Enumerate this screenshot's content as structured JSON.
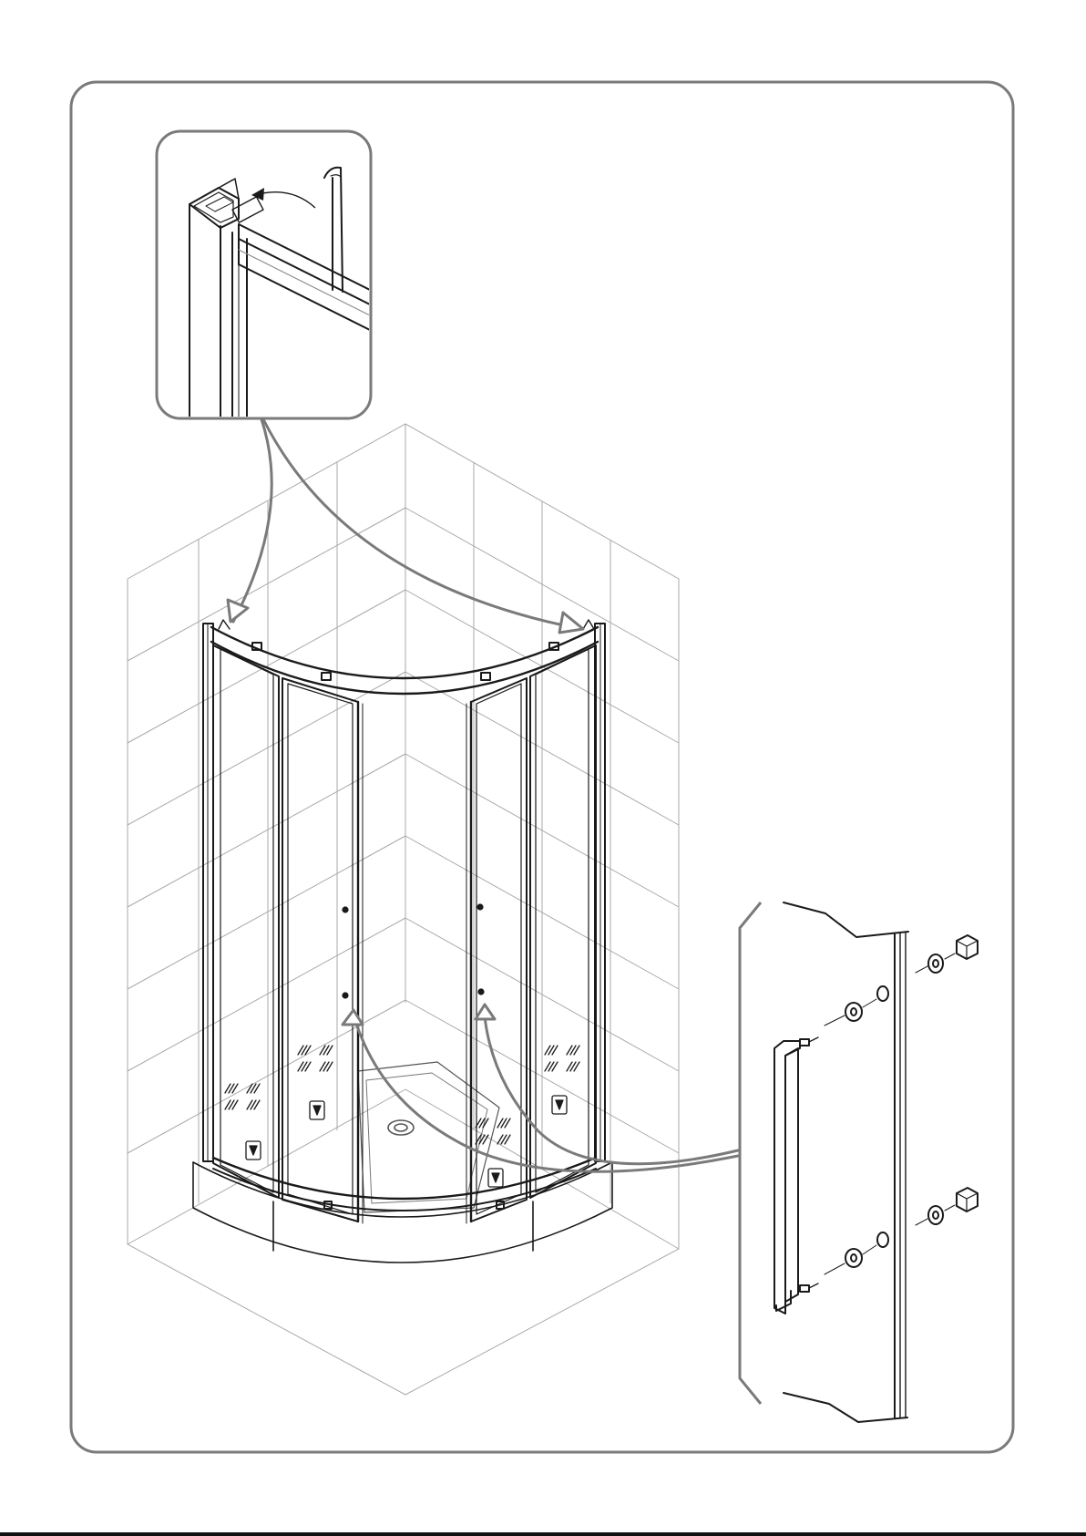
{
  "figure": {
    "type": "assembly-illustration",
    "subject": "quadrant-shower-enclosure",
    "callouts": [
      "top-frame-corner-detail",
      "door-handle-assembly"
    ],
    "colors": {
      "outline": "#1a1a1a",
      "tile_grid": "#a9a9a9",
      "callout_arrow": "#7a7a7a",
      "background": "#ffffff"
    },
    "icons": [
      "curved-arrow-icon",
      "open-triangle-arrowhead-icon",
      "glass-decal-icon",
      "door-handle-icon",
      "fixing-screw-icon",
      "washer-icon",
      "cap-nut-icon"
    ]
  }
}
